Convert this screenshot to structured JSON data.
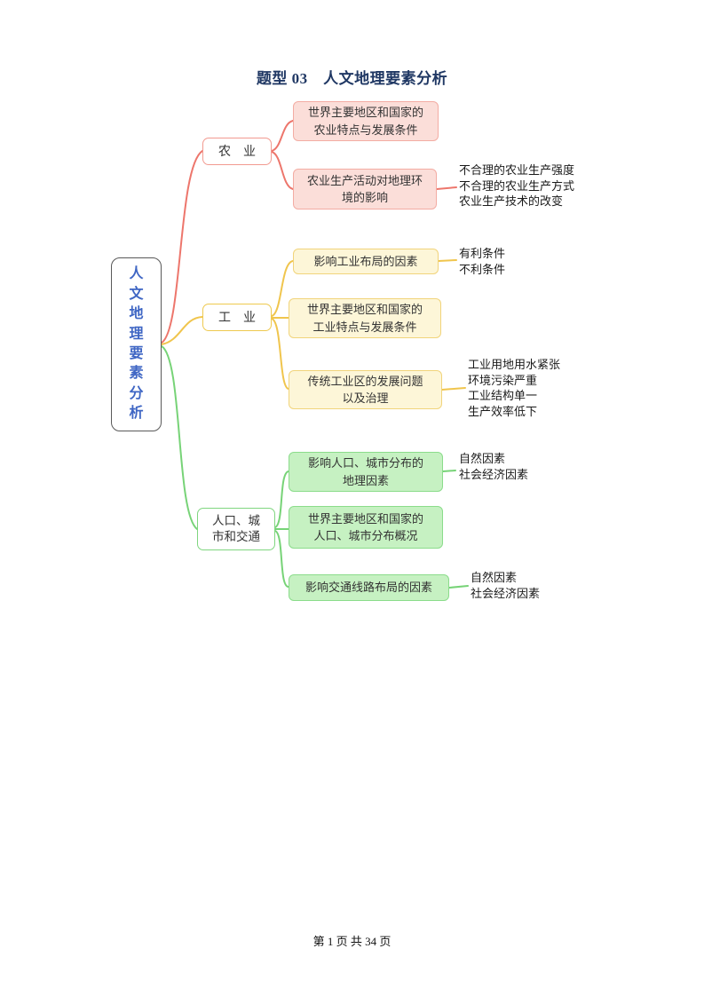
{
  "page": {
    "title": "题型 03　人文地理要素分析",
    "footer": "第 1 页 共 34 页"
  },
  "mindmap": {
    "root_label": "人文地理要素分析",
    "branches": [
      {
        "label": "农　业",
        "color": "#ed766c",
        "children": [
          {
            "label": "世界主要地区和国家的\n农业特点与发展条件",
            "notes": []
          },
          {
            "label": "农业生产活动对地理环\n境的影响",
            "notes": [
              "不合理的农业生产强度",
              "不合理的农业生产方式",
              "农业生产技术的改变"
            ]
          }
        ]
      },
      {
        "label": "工　业",
        "color": "#f0c54d",
        "children": [
          {
            "label": "影响工业布局的因素",
            "notes": [
              "有利条件",
              "不利条件"
            ]
          },
          {
            "label": "世界主要地区和国家的\n工业特点与发展条件",
            "notes": []
          },
          {
            "label": "传统工业区的发展问题\n以及治理",
            "notes": [
              "工业用地用水紧张",
              "环境污染严重",
              "工业结构单一",
              "生产效率低下"
            ]
          }
        ]
      },
      {
        "label": "人口、城\n市和交通",
        "color": "#77d377",
        "children": [
          {
            "label": "影响人口、城市分布的\n地理因素",
            "notes": [
              "自然因素",
              "社会经济因素"
            ]
          },
          {
            "label": "世界主要地区和国家的\n人口、城市分布概况",
            "notes": []
          },
          {
            "label": "影响交通线路布局的因素",
            "notes": [
              "自然因素",
              "社会经济因素"
            ]
          }
        ]
      }
    ]
  }
}
